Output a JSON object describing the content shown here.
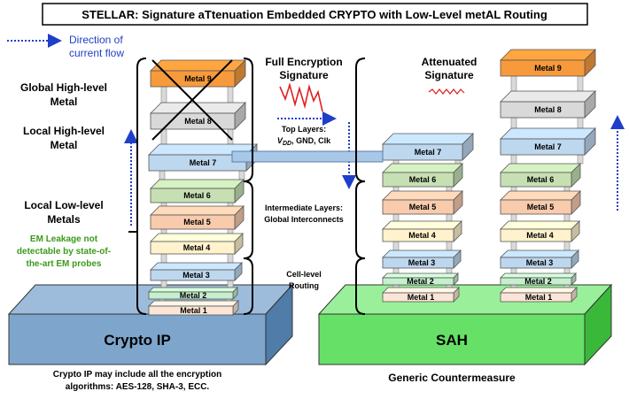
{
  "title": "STELLAR: Signature aTtenuation Embedded CRYPTO with Low-Level metAL Routing",
  "legend": {
    "line1": "Direction of",
    "line2": "current flow"
  },
  "side_labels": {
    "global_high_1": "Global High-level",
    "global_high_2": "Metal",
    "local_high_1": "Local High-level",
    "local_high_2": "Metal",
    "local_low_1": "Local Low-level",
    "local_low_2": "Metals",
    "em_leak_1": "EM Leakage not",
    "em_leak_2": "detectable by state-of-",
    "em_leak_3": "the-art EM probes"
  },
  "center_labels": {
    "full_sig_1": "Full Encryption",
    "full_sig_2": "Signature",
    "top_layers_1": "Top Layers:",
    "top_layers_2": "V",
    "top_layers_sub": "DD",
    "top_layers_3": ", GND, Clk",
    "intermediate_1": "Intermediate Layers:",
    "intermediate_2": "Global Interconnects",
    "cell_1": "Cell-level",
    "cell_2": "Routing"
  },
  "right_labels": {
    "attenuated_1": "Attenuated",
    "attenuated_2": "Signature"
  },
  "left_stack": {
    "metals": [
      "Metal 9",
      "Metal 8",
      "Metal 7",
      "Metal 6",
      "Metal 5",
      "Metal 4",
      "Metal 3",
      "Metal 2",
      "Metal 1"
    ],
    "block_label": "Crypto IP",
    "caption_1": "Crypto IP may include all the encryption",
    "caption_2": "algorithms: AES-128, SHA-3, ECC."
  },
  "mid_stack": {
    "metals": [
      "Metal 7",
      "Metal 6",
      "Metal 5",
      "Metal 4",
      "Metal 3",
      "Metal 2",
      "Metal 1"
    ]
  },
  "right_stack": {
    "metals": [
      "Metal 9",
      "Metal 8",
      "Metal 7",
      "Metal 6",
      "Metal 5",
      "Metal 4",
      "Metal 3",
      "Metal 2",
      "Metal 1"
    ],
    "block_label": "SAH",
    "caption": "Generic Countermeasure"
  },
  "colors": {
    "metal9": "#f79a3c",
    "metal8": "#d9d9d9",
    "metal7": "#bdd7ee",
    "metal6": "#c6e0b4",
    "metal5": "#f8cbad",
    "metal4": "#fff2cc",
    "metal3": "#bdd7ee",
    "metal2": "#c6efce",
    "metal1": "#fbe5d6",
    "crypto_block": "#7ea6cc",
    "sah_block": "#66e066",
    "arrow": "#1f3fc8",
    "signature": "#e02020",
    "em_text": "#3a9a1a"
  }
}
